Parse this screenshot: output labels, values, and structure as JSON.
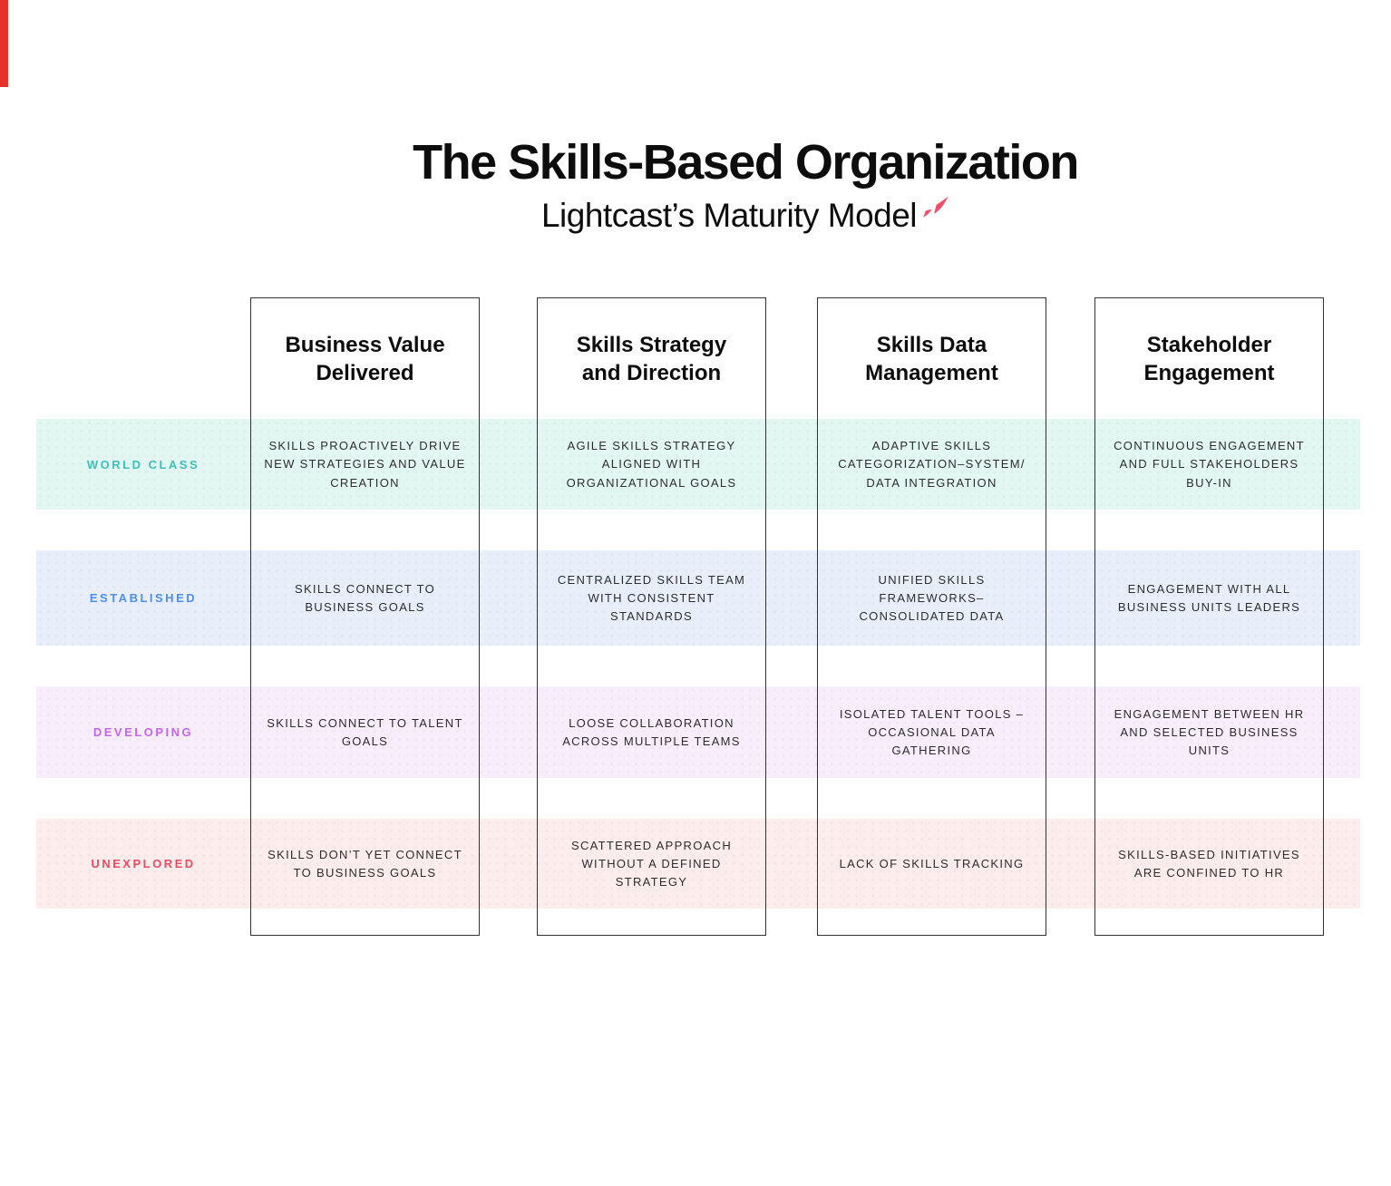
{
  "header": {
    "title": "The Skills-Based Organization",
    "subtitle": "Lightcast’s Maturity Model",
    "logo_icon": "lightcast-mark",
    "logo_color": "#ef5068"
  },
  "edge_bar_color": "#e8312e",
  "columns": [
    {
      "label": "Business Value Delivered"
    },
    {
      "label": "Skills Strategy and Direction"
    },
    {
      "label": "Skills Data Management"
    },
    {
      "label": "Stakeholder Engagement"
    }
  ],
  "rows": [
    {
      "label": "WORLD CLASS",
      "label_color": "#3ec0b8",
      "band_color": "#e2f7f2",
      "cells": [
        "SKILLS PROACTIVELY DRIVE NEW STRATEGIES AND VALUE CREATION",
        "AGILE SKILLS STRATEGY ALIGNED WITH ORGANIZATIONAL GOALS",
        "ADAPTIVE SKILLS CATEGORIZATION–SYSTEM/ DATA INTEGRATION",
        "CONTINUOUS ENGAGEMENT AND FULL STAKEHOLDERS BUY-IN"
      ]
    },
    {
      "label": "ESTABLISHED",
      "label_color": "#4d8ef2",
      "band_color": "#e8effb",
      "cells": [
        "SKILLS CONNECT TO BUSINESS GOALS",
        "CENTRALIZED SKILLS TEAM WITH CONSISTENT STANDARDS",
        "UNIFIED SKILLS FRAMEWORKS– CONSOLIDATED DATA",
        "ENGAGEMENT WITH ALL BUSINESS UNITS LEADERS"
      ]
    },
    {
      "label": "DEVELOPING",
      "label_color": "#c565ea",
      "band_color": "#f8edfb",
      "cells": [
        "SKILLS CONNECT TO TALENT GOALS",
        "LOOSE COLLABORATION ACROSS MULTIPLE TEAMS",
        "ISOLATED TALENT TOOLS – OCCASIONAL DATA GATHERING",
        "ENGAGEMENT BETWEEN HR AND SELECTED BUSINESS UNITS"
      ]
    },
    {
      "label": "UNEXPLORED",
      "label_color": "#ee4a63",
      "band_color": "#fdecec",
      "cells": [
        "SKILLS DON’T YET CONNECT TO BUSINESS GOALS",
        "SCATTERED APPROACH WITHOUT A DEFINED STRATEGY",
        "LACK OF SKILLS TRACKING",
        "SKILLS-BASED INITIATIVES ARE CONFINED TO HR"
      ]
    }
  ]
}
